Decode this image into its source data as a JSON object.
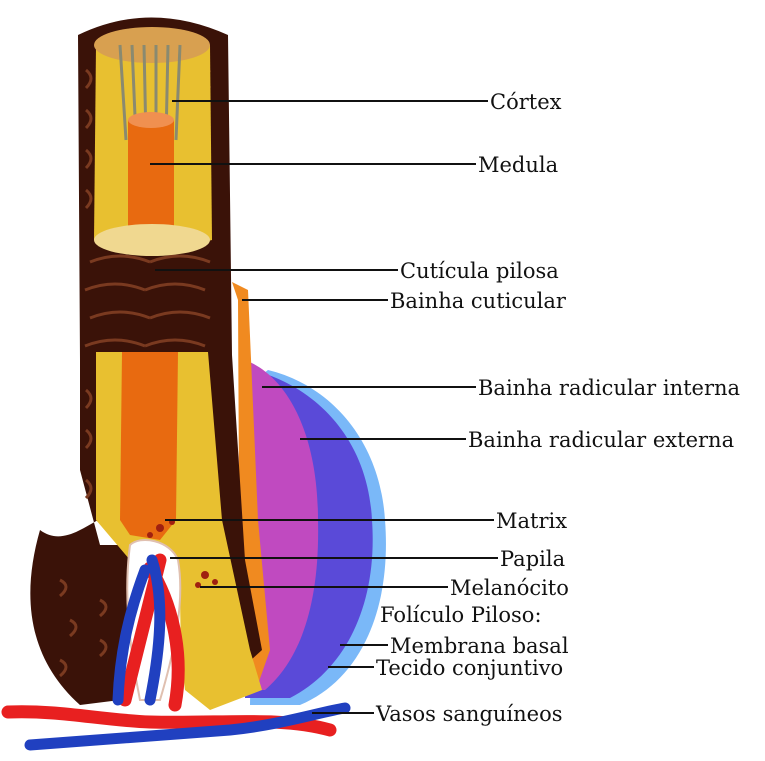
{
  "labels": {
    "cortex": "Córtex",
    "medula": "Medula",
    "cuticula_pilosa": "Cutícula pilosa",
    "bainha_cuticular": "Bainha cuticular",
    "bainha_radicular_interna": "Bainha radicular interna",
    "bainha_radicular_externa": "Bainha radicular externa",
    "matrix": "Matrix",
    "papila": "Papila",
    "melanocito": "Melanócito",
    "foliculo_piloso": "Folículo Piloso:",
    "membrana_basal": "Membrana basal",
    "tecido_conjuntivo": "Tecido conjuntivo",
    "vasos_sanguineos": "Vasos sanguíneos"
  },
  "colors": {
    "cuticle_dark": "#3a1208",
    "cortex_yellow": "#e8c030",
    "medulla_orange": "#e86a10",
    "inner_root_sheath": "#c04ac0",
    "outer_root_sheath": "#5a4ad8",
    "basal_membrane": "#3aa0f0",
    "artery_red": "#e82020",
    "vein_blue": "#2040c0"
  }
}
